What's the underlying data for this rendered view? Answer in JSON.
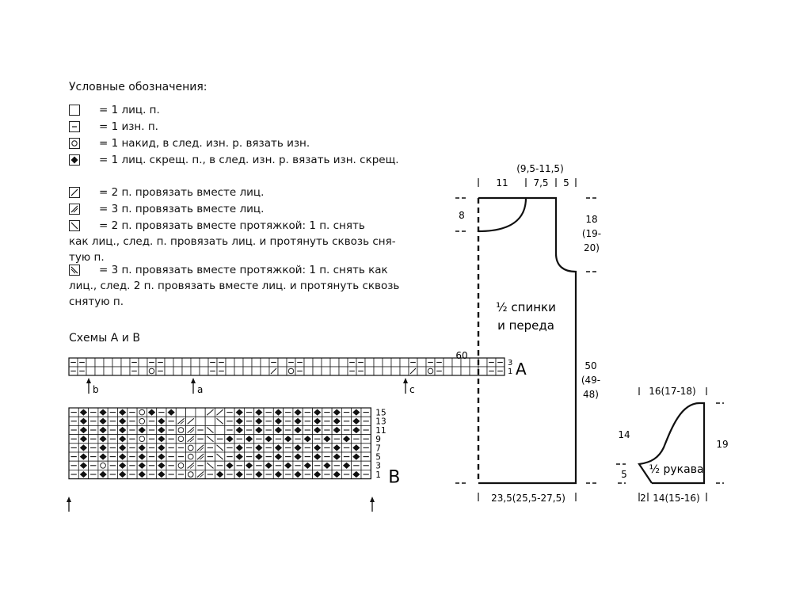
{
  "legend": {
    "title": "Условные обозначения:",
    "items": [
      {
        "symbol": "knit",
        "text": "= 1 лиц. п."
      },
      {
        "symbol": "purl",
        "text": "= 1 изн. п."
      },
      {
        "symbol": "yarn-over",
        "text": "= 1 накид, в след. изн. р. вязать изн."
      },
      {
        "symbol": "twisted-knit",
        "text": "= 1 лиц. скрещ. п., в след. изн. р. вязать изн. скрещ."
      },
      {
        "symbol": "k2tog",
        "text": "=  2 п. провязать вместе лиц."
      },
      {
        "symbol": "k3tog",
        "text": "=  3 п. провязать вместе лиц."
      },
      {
        "symbol": "ssk",
        "text": "=  2 п. провязать вместе протяжкой: 1 п. снять",
        "cont": [
          "как лиц., след. п. провязать лиц. и протянуть сквозь сня-",
          "тую п."
        ]
      },
      {
        "symbol": "sk2p",
        "text": "=  3 п. провязать вместе протяжкой: 1 п. снять как",
        "cont": [
          "лиц., след. 2 п. провязать вместе лиц. и протянуть сквозь",
          "снятую п."
        ]
      }
    ]
  },
  "schemes": {
    "title": "Схемы А и В",
    "chart_a": {
      "letter": "A",
      "row_labels": [
        "3",
        "1"
      ],
      "rows": [
        "PP.....P.PP.....PP.....P.PP.....PP.....P.PP.....PP",
        "PP.....P.OP.....PP.....B.OP.....PP.....B.OP.....PP"
      ],
      "markers": [
        {
          "label": "b"
        },
        {
          "label": "a"
        },
        {
          "label": "c"
        }
      ]
    },
    "chart_b": {
      "letter": "B",
      "row_labels": [
        "15",
        "13",
        "11",
        "9",
        "7",
        "5",
        "3",
        "1"
      ],
      "rows": [
        "PDPDPDPODPD...BBPDPDPDPDPDPDPDP",
        "PDPDPDPOPDPKB..SPDPDPDPDPDPDPDP",
        "PDPDPDPDPDPOKPS.PDPDPDPDPDPDPDP",
        "PDPDPDPOPDPOKPSPDPDPDPDPDPDPDPP",
        "PDPDPDPDPDPPOKPSPDPDPDPDPDPDPDP",
        "PDPDPDPDPDPPOKPSPDPDPDPDPDPDPDP",
        "PDPOPDPDPDPOKPSPDPDPDPDPDPDPDPP",
        "PDPDPDPDPDPPOKPDPDPDPDPDPDPDPDP"
      ]
    }
  },
  "pattern": {
    "body": {
      "label_line1": "½ спинки",
      "label_line2": "и переда",
      "top_total": "(9,5-11,5)",
      "top_left": "11",
      "top_mid": "7,5",
      "top_right": "5",
      "neck_depth": "8",
      "height_total": "60",
      "armhole_1": "18",
      "armhole_2": "(19-",
      "armhole_3": "20)",
      "side_1": "50",
      "side_2": "(49-",
      "side_3": "48)",
      "bottom_width": "23,5(25,5-27,5)"
    },
    "sleeve": {
      "label": "½ рукава",
      "top_width": "16(17-18)",
      "cap_height": "14",
      "cuff_height": "5",
      "total_height": "19",
      "bottom_left": "2",
      "bottom_right": "14(15-16)"
    }
  }
}
